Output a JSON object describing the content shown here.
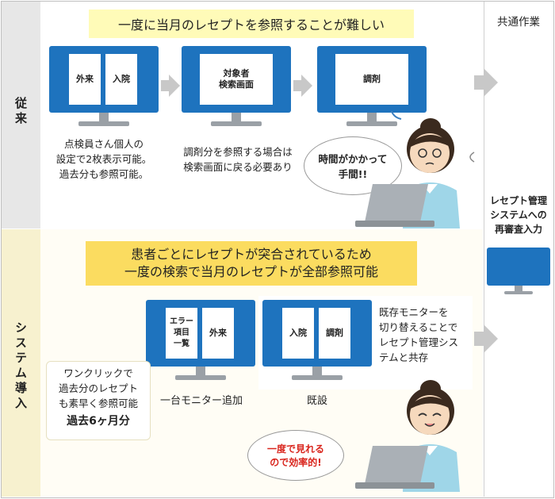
{
  "sections": {
    "before_label": "従来",
    "after_label": "システム導入",
    "common_label": "共通作業"
  },
  "before": {
    "banner": "一度に当月のレセプトを参照することが難しい",
    "monitor1": {
      "left": "外来",
      "right": "入院"
    },
    "monitor2": {
      "title_line1": "対象者",
      "title_line2": "検索画面"
    },
    "monitor3": {
      "title": "調剤"
    },
    "caption1": [
      "点検員さん個人の",
      "設定で2枚表示可能。",
      "過去分も参照可能。"
    ],
    "caption2": [
      "調剤分を参照する場合は",
      "検索画面に戻る必要あり"
    ],
    "bubble": [
      "時間がかかって",
      "手間!!"
    ]
  },
  "after": {
    "banner": [
      "患者ごとにレセプトが突合されているため",
      "一度の検索で当月のレセプトが全部参照可能"
    ],
    "monitor1": {
      "left_lines": [
        "エラー",
        "項目",
        "一覧"
      ],
      "right": "外来"
    },
    "monitor2": {
      "left": "入院",
      "right": "調剤"
    },
    "monitor1_caption": "一台モニター追加",
    "monitor2_caption": "既設",
    "note": [
      "既存モニターを",
      "切り替えることで",
      "レセプト管理シス",
      "テムと共存"
    ],
    "card": [
      "ワンクリックで",
      "過去分のレセプト",
      "も素早く参照可能"
    ],
    "card_emphasis": "過去6ヶ月分",
    "bubble": [
      "一度で見れる",
      "ので効率的!"
    ]
  },
  "common": {
    "text": [
      "レセプト管理",
      "システムへの",
      "再審査入力"
    ]
  },
  "colors": {
    "screen": "#1e73be",
    "banner_before": "#fffbb8",
    "banner_after": "#fbdc60",
    "bubble_text": "#d9241c"
  }
}
